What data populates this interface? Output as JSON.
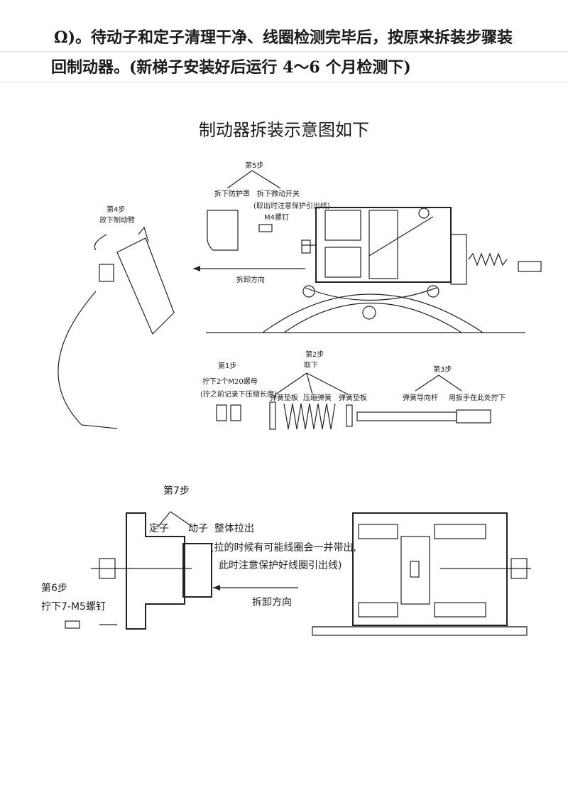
{
  "text": {
    "line1": "Ω)。待动子和定子清理干净、线圈检测完毕后，按原来拆装步骤装",
    "line2": "回制动器。(新梯子安装好后运行 4～6 个月检测下)",
    "diagram_title": "制动器拆装示意图如下"
  },
  "labels": {
    "step5": "第5步",
    "remove_cover": "拆下防护罩",
    "remove_switch": "拆下微动开关",
    "switch_note": "(取出时注意保护引出线)",
    "m4_screw": "M4螺钉",
    "step4": "第4步",
    "lower_arm": "放下制动臂",
    "disassembly_dir_top": "拆卸方向",
    "step1": "第1步",
    "remove_nuts": "拧下2个M20螺母",
    "nut_note": "(拧之前记录下压缩长度)",
    "step2": "第2步",
    "step2_sub": "取下",
    "spring_washer_l": "弹簧垫板",
    "compression_spring": "压缩弹簧",
    "spring_washer_r": "弹簧垫板",
    "step3": "第3步",
    "guide_rod": "弹簧导向杆",
    "wrench_note": "用扳手在此处拧下",
    "step7": "第7步",
    "stator": "定子",
    "rotor": "动子",
    "pull_whole": "整体拉出",
    "pull_note1": "(拉的时候有可能线圈会一并带出,",
    "pull_note2": "此时注意保护好线圈引出线)",
    "step6": "第6步",
    "remove_m5": "拧下7-M5螺钉",
    "disassembly_dir_bottom": "拆卸方向"
  }
}
